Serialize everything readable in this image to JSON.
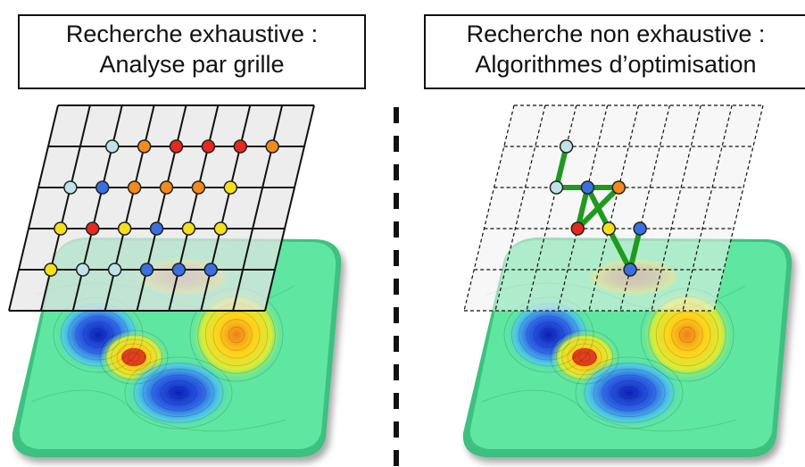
{
  "left_panel": {
    "title_line1": "Recherche exhaustive :",
    "title_line2": "Analyse par grille",
    "grid_style": "solid",
    "points": [
      {
        "col": 2,
        "row": 1,
        "color": "#bfe3e8"
      },
      {
        "col": 3,
        "row": 1,
        "color": "#f28a1c"
      },
      {
        "col": 4,
        "row": 1,
        "color": "#e8281c"
      },
      {
        "col": 5,
        "row": 1,
        "color": "#e8281c"
      },
      {
        "col": 6,
        "row": 1,
        "color": "#e8281c"
      },
      {
        "col": 7,
        "row": 1,
        "color": "#f28a1c"
      },
      {
        "col": 1,
        "row": 2,
        "color": "#bfe3e8"
      },
      {
        "col": 2,
        "row": 2,
        "color": "#3b6fe0"
      },
      {
        "col": 3,
        "row": 2,
        "color": "#f28a1c"
      },
      {
        "col": 4,
        "row": 2,
        "color": "#f28a1c"
      },
      {
        "col": 5,
        "row": 2,
        "color": "#f28a1c"
      },
      {
        "col": 6,
        "row": 2,
        "color": "#f5e01c"
      },
      {
        "col": 1,
        "row": 3,
        "color": "#f5e01c"
      },
      {
        "col": 2,
        "row": 3,
        "color": "#e8281c"
      },
      {
        "col": 3,
        "row": 3,
        "color": "#f5e01c"
      },
      {
        "col": 4,
        "row": 3,
        "color": "#3b6fe0"
      },
      {
        "col": 5,
        "row": 3,
        "color": "#f5e01c"
      },
      {
        "col": 6,
        "row": 3,
        "color": "#f5e01c"
      },
      {
        "col": 1,
        "row": 4,
        "color": "#f5e01c"
      },
      {
        "col": 2,
        "row": 4,
        "color": "#bfe3e8"
      },
      {
        "col": 3,
        "row": 4,
        "color": "#bfe3e8"
      },
      {
        "col": 4,
        "row": 4,
        "color": "#3b6fe0"
      },
      {
        "col": 5,
        "row": 4,
        "color": "#3b6fe0"
      },
      {
        "col": 6,
        "row": 4,
        "color": "#3b6fe0"
      }
    ]
  },
  "right_panel": {
    "title_line1": "Recherche non exhaustive :",
    "title_line2": "Algorithmes d’optimisation",
    "grid_style": "dashed",
    "points": [
      {
        "col": 2,
        "row": 1,
        "color": "#bfe3e8"
      },
      {
        "col": 2,
        "row": 2,
        "color": "#bfe3e8"
      },
      {
        "col": 3,
        "row": 2,
        "color": "#3b6fe0"
      },
      {
        "col": 4,
        "row": 2,
        "color": "#f28a1c"
      },
      {
        "col": 3,
        "row": 3,
        "color": "#e8281c"
      },
      {
        "col": 4,
        "row": 3,
        "color": "#f5e01c"
      },
      {
        "col": 5,
        "row": 3,
        "color": "#3b6fe0"
      },
      {
        "col": 5,
        "row": 4,
        "color": "#3b6fe0"
      }
    ],
    "path": [
      [
        2,
        1
      ],
      [
        2,
        2
      ],
      [
        3,
        2
      ],
      [
        4,
        2
      ],
      [
        3,
        3
      ],
      [
        3,
        2
      ],
      [
        4,
        3
      ],
      [
        5,
        4
      ],
      [
        5,
        3
      ]
    ],
    "path_color": "#1f9a1f"
  },
  "divider_style": "dashed",
  "colors": {
    "surface": "#5fe6a0",
    "blue": "#1a3fd6",
    "yellow": "#ffd21a",
    "orange": "#f07f1a",
    "red": "#d73a3a"
  }
}
